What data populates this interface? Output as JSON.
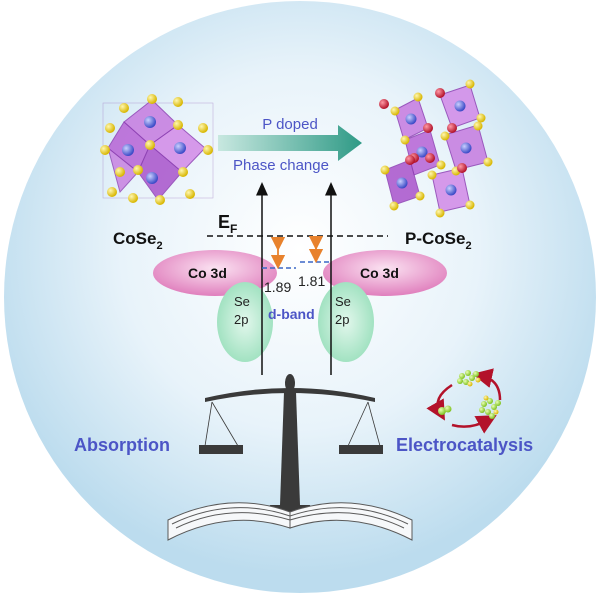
{
  "left_material": {
    "label_main": "CoSe",
    "label_sub": "2"
  },
  "right_material": {
    "label_main": "P-CoSe",
    "label_sub": "2"
  },
  "process": {
    "line1": "P doped",
    "line2": "Phase change"
  },
  "fermi": {
    "main": "E",
    "sub": "F"
  },
  "bands": {
    "co3d_left": "Co 3d",
    "co3d_right": "Co 3d",
    "se2p_left": [
      "Se",
      "2p"
    ],
    "se2p_right": [
      "Se",
      "2p"
    ],
    "dband": "d-band"
  },
  "gaps": {
    "left": "1.89",
    "right": "1.81"
  },
  "bottom": {
    "left": "Absorption",
    "right": "Electrocatalysis"
  },
  "colors": {
    "background_circle": "#cfe6f3",
    "accent_blue": "#4c55c6",
    "co3d": "#e07fbd",
    "se2p": "#9ee0c0",
    "arrow_orange": "#e8822d",
    "octahedron": "#c67be0"
  }
}
